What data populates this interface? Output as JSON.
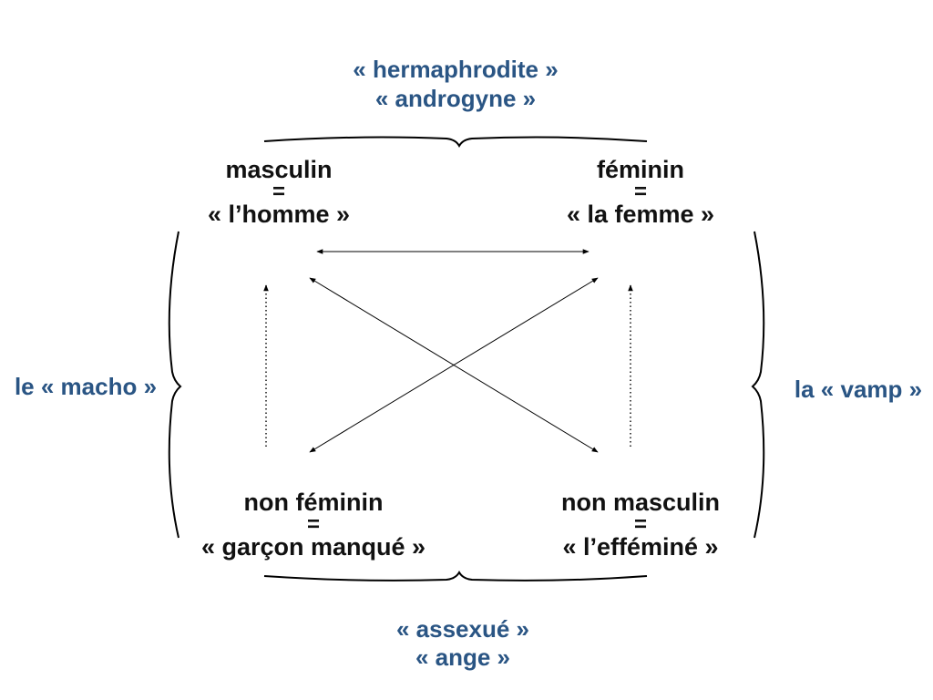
{
  "corners": {
    "top_left": {
      "term": "masculin",
      "equals": "=",
      "gloss": "« l’homme »"
    },
    "top_right": {
      "term": "féminin",
      "equals": "=",
      "gloss": "« la femme »"
    },
    "bottom_left": {
      "term": "non féminin",
      "equals": "=",
      "gloss": "« garçon manqué »"
    },
    "bottom_right": {
      "term": "non masculin",
      "equals": "=",
      "gloss": "« l’efféminé »"
    }
  },
  "braces": {
    "top": {
      "line1": "« hermaphrodite »",
      "line2": "« androgyne »"
    },
    "bottom": {
      "line1": "« assexué »",
      "line2": "« ange »"
    },
    "left": {
      "label": "le « macho »"
    },
    "right": {
      "label": "la « vamp »"
    }
  },
  "colors": {
    "term_text": "#111111",
    "brace_label": "#2a5584",
    "lines": "#000000"
  }
}
